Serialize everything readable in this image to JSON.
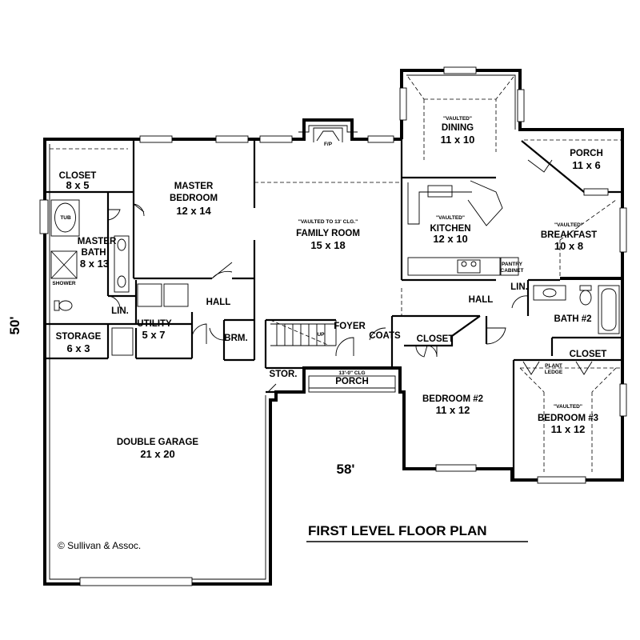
{
  "title": "FIRST LEVEL FLOOR PLAN",
  "credit": "© Sullivan & Assoc.",
  "dimensions": {
    "width": "58'",
    "depth": "50'"
  },
  "rooms": {
    "closet_master": {
      "name": "CLOSET",
      "size": "8 x 5"
    },
    "master_bedroom": {
      "name1": "MASTER",
      "name2": "BEDROOM",
      "size": "12 x 14"
    },
    "tub": "TUB",
    "master_bath": {
      "name1": "MASTER",
      "name2": "BATH",
      "size": "8 x 13"
    },
    "shower": "SHOWER",
    "lin_master": "LIN.",
    "hall_west": "HALL",
    "storage": {
      "name": "STORAGE",
      "size": "6 x 3"
    },
    "utility": {
      "name": "UTILITY",
      "size": "5 x 7"
    },
    "brm": "BRM.",
    "family_room": {
      "note": "\"VAULTED TO 13' CLG.\"",
      "name": "FAMILY ROOM",
      "size": "15 x 18"
    },
    "fp": "F/P",
    "up": "UP",
    "foyer": "FOYER",
    "coats": "COATS",
    "stor": "STOR.",
    "porch_front": {
      "note": "13'-0\" CLG",
      "name": "PORCH"
    },
    "dining": {
      "note": "\"VAULTED\"",
      "name": "DINING",
      "size": "11 x 10"
    },
    "porch_rear": {
      "name": "PORCH",
      "size": "11 x 6"
    },
    "kitchen": {
      "note": "\"VAULTED\"",
      "name": "KITCHEN",
      "size": "12 x 10"
    },
    "breakfast": {
      "note": "\"VAULTED\"",
      "name": "BREAKFAST",
      "size": "10 x 8"
    },
    "pantry": {
      "line1": "PANTRY",
      "line2": "CABINET"
    },
    "hall_east": "HALL",
    "lin_east": "LIN.",
    "bath2": "BATH #2",
    "closet_bed2": "CLOSET",
    "closet_bed3": "CLOSET",
    "plant_ledge": {
      "line1": "PLANT",
      "line2": "LEDGE"
    },
    "bedroom2": {
      "name": "BEDROOM #2",
      "size": "11 x 12"
    },
    "bedroom3": {
      "note": "\"VAULTED\"",
      "name": "BEDROOM #3",
      "size": "11 x 12"
    },
    "garage": {
      "name": "DOUBLE GARAGE",
      "size": "21 x 20"
    }
  }
}
